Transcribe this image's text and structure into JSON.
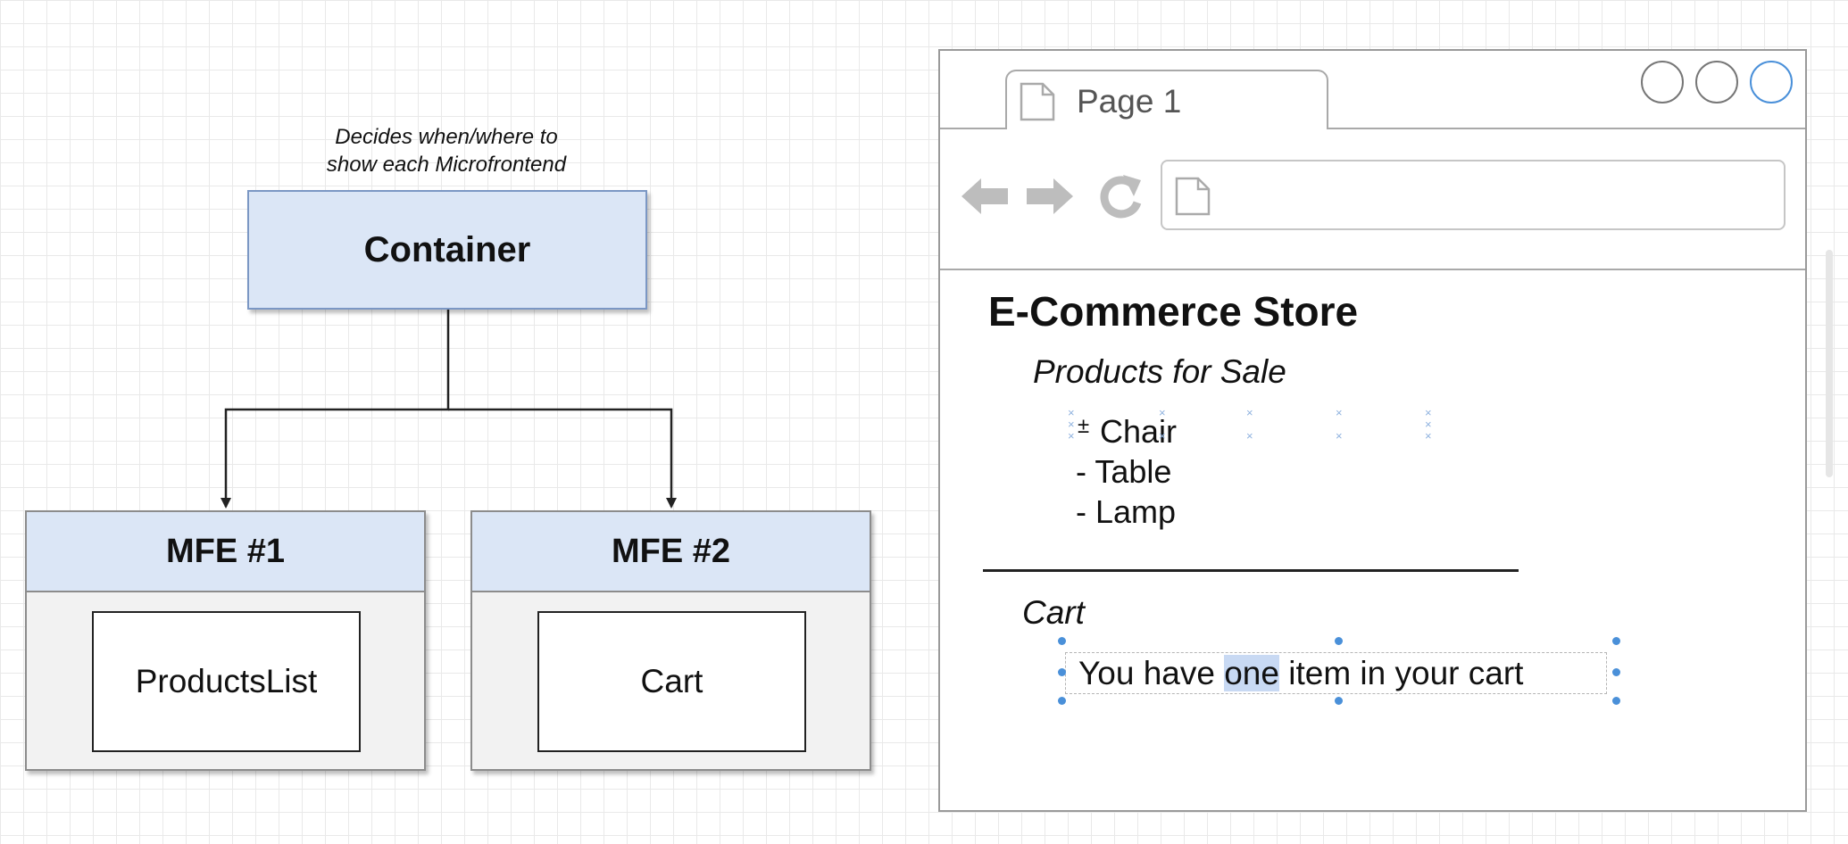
{
  "diagram": {
    "note_lines": [
      "Decides when/where to",
      "show each Microfrontend"
    ],
    "container_label": "Container",
    "mfes": [
      {
        "title": "MFE #1",
        "inner_label": "ProductsList"
      },
      {
        "title": "MFE #2",
        "inner_label": "Cart"
      }
    ]
  },
  "browser": {
    "tab_label": "Page 1",
    "store_title": "E-Commerce Store",
    "products_heading": "Products for Sale",
    "products": [
      "Chair",
      "- Table",
      "- Lamp"
    ],
    "cart_heading": "Cart",
    "cart_message": {
      "before": "You have ",
      "highlight": "one",
      "after": " item in your cart"
    },
    "icons": [
      "back-arrow-icon",
      "forward-arrow-icon",
      "reload-icon",
      "page-icon"
    ]
  },
  "colors": {
    "header_fill": "#dbe6f6",
    "selection": "#4a90d9"
  }
}
